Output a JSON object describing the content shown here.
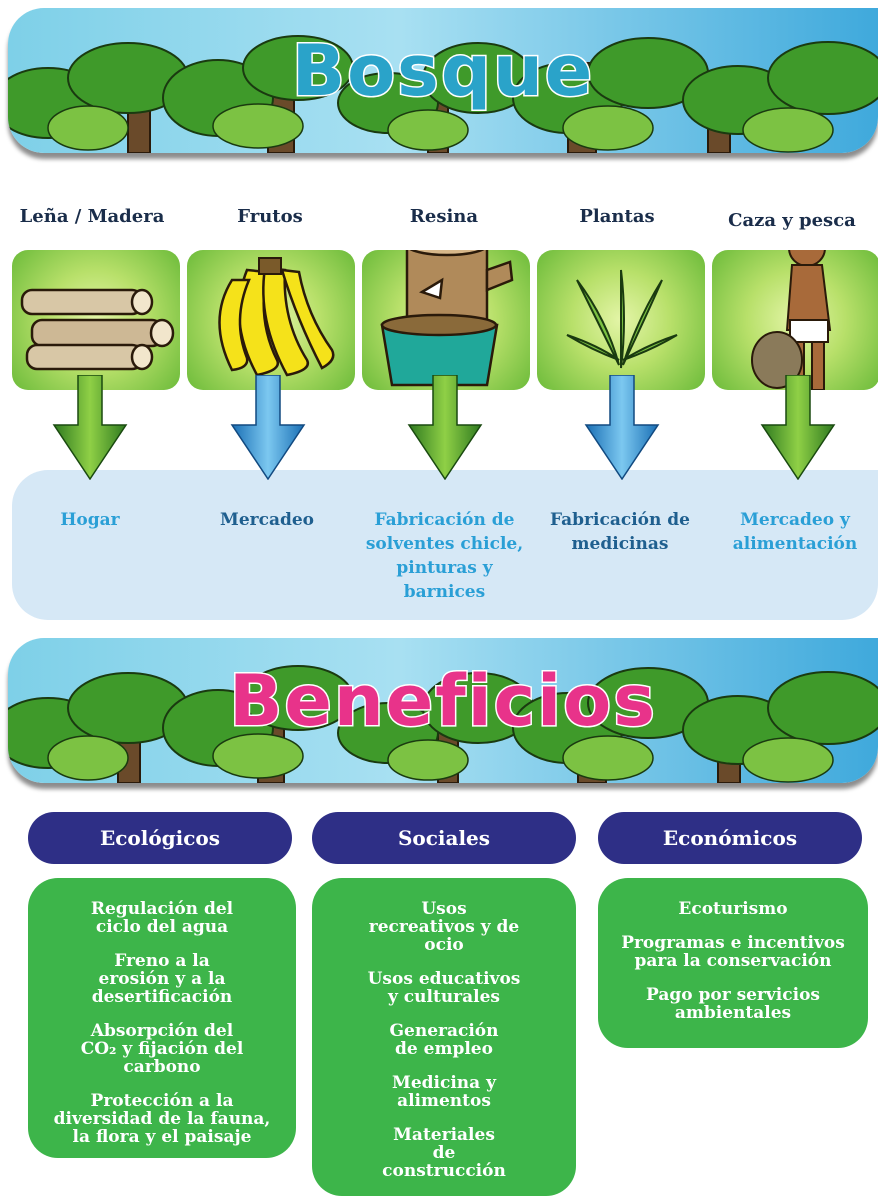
{
  "bosque_banner": {
    "title": "Bosque",
    "title_color": "#2aa3c9"
  },
  "products": [
    {
      "label": "Leña / Madera",
      "use": "Hogar",
      "use_color": "#2a9fd6",
      "arrow": "green",
      "icon": "firewood-icon"
    },
    {
      "label": "Frutos",
      "use": "Mercadeo",
      "use_color": "#1f5f8f",
      "arrow": "blue",
      "icon": "banana-icon"
    },
    {
      "label": "Resina",
      "use": "Fabricación de solventes chicle, pinturas y barnices",
      "use_color": "#2a9fd6",
      "arrow": "green",
      "icon": "resin-tree-icon"
    },
    {
      "label": "Plantas",
      "use": "Fabricación de medicinas",
      "use_color": "#1f5f8f",
      "arrow": "blue",
      "icon": "plant-icon"
    },
    {
      "label": "Caza y pesca",
      "use": "Mercadeo y alimentación",
      "use_color": "#2a9fd6",
      "arrow": "green",
      "icon": "hunter-icon"
    }
  ],
  "beneficios_banner": {
    "title": "Beneficios",
    "title_color": "#e8338a"
  },
  "categories": [
    {
      "label": "Ecológicos",
      "items": [
        "Regulación del ciclo del agua",
        "Freno a la erosión y a la desertificación",
        "Absorpción del CO₂ y fijación del carbono",
        "Protección a la diversidad de la fauna, la flora y el paisaje"
      ]
    },
    {
      "label": "Sociales",
      "items": [
        "Usos recreativos y de ocio",
        "Usos educativos y culturales",
        "Generación de empleo",
        "Medicina y alimentos",
        "Materiales de construcción"
      ]
    },
    {
      "label": "Económicos",
      "items": [
        "Ecoturismo",
        "Programas e incentivos para la conservación",
        "Pago por servicios ambientales"
      ]
    }
  ],
  "colors": {
    "arrow_green": "#3a8a2a",
    "arrow_blue": "#2a8fd0",
    "pill": "#2e2f86",
    "box": "#3db54a",
    "panel": "#d6e8f6"
  }
}
